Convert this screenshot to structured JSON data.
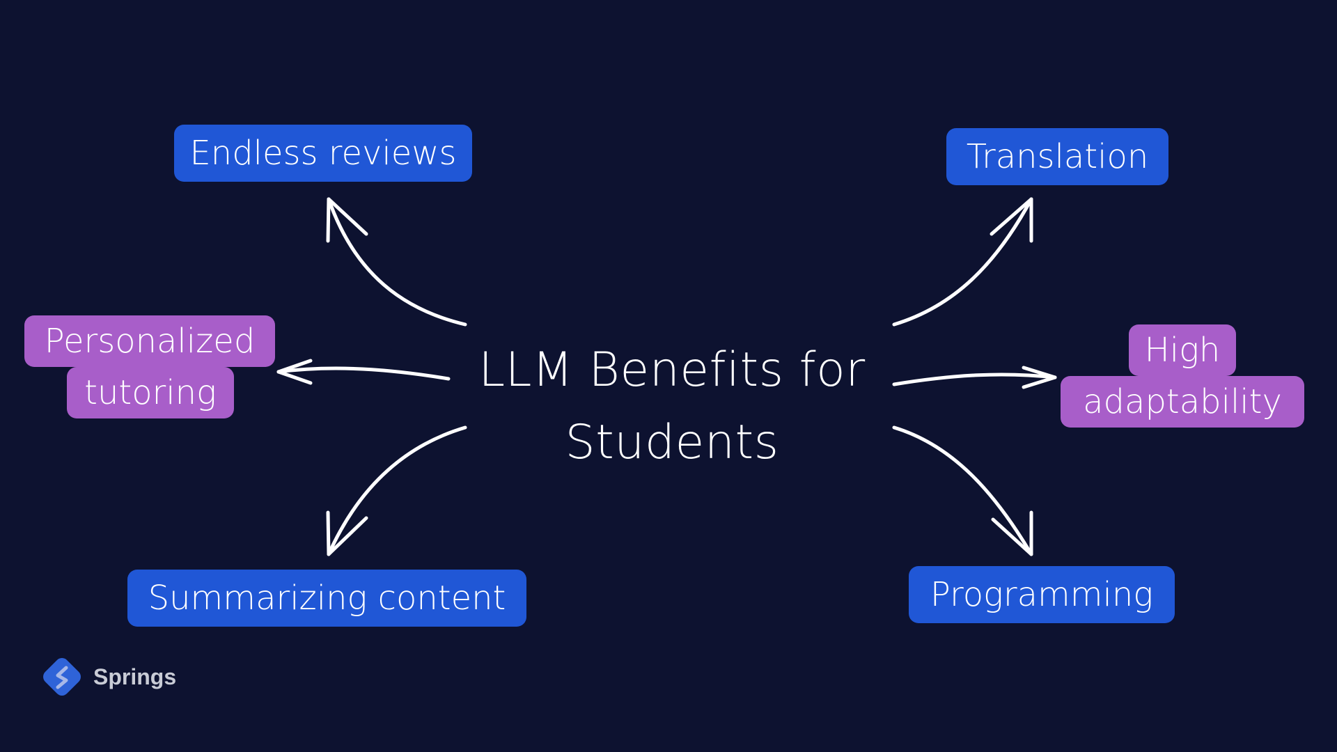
{
  "title": {
    "line1": "LLM Benefits for",
    "line2": "Students"
  },
  "nodes": {
    "endless_reviews": "Endless reviews",
    "translation": "Translation",
    "personalized_line1": "Personalized",
    "personalized_line2": "tutoring",
    "high_line1": "High",
    "high_line2": "adaptability",
    "summarizing": "Summarizing content",
    "programming": "Programming"
  },
  "colors": {
    "background": "#0d1230",
    "blue_pill": "#2057d6",
    "purple_pill": "#a85ec9",
    "text": "#ffffff"
  },
  "brand": {
    "name": "Springs",
    "icon": "springs-logo-icon"
  }
}
